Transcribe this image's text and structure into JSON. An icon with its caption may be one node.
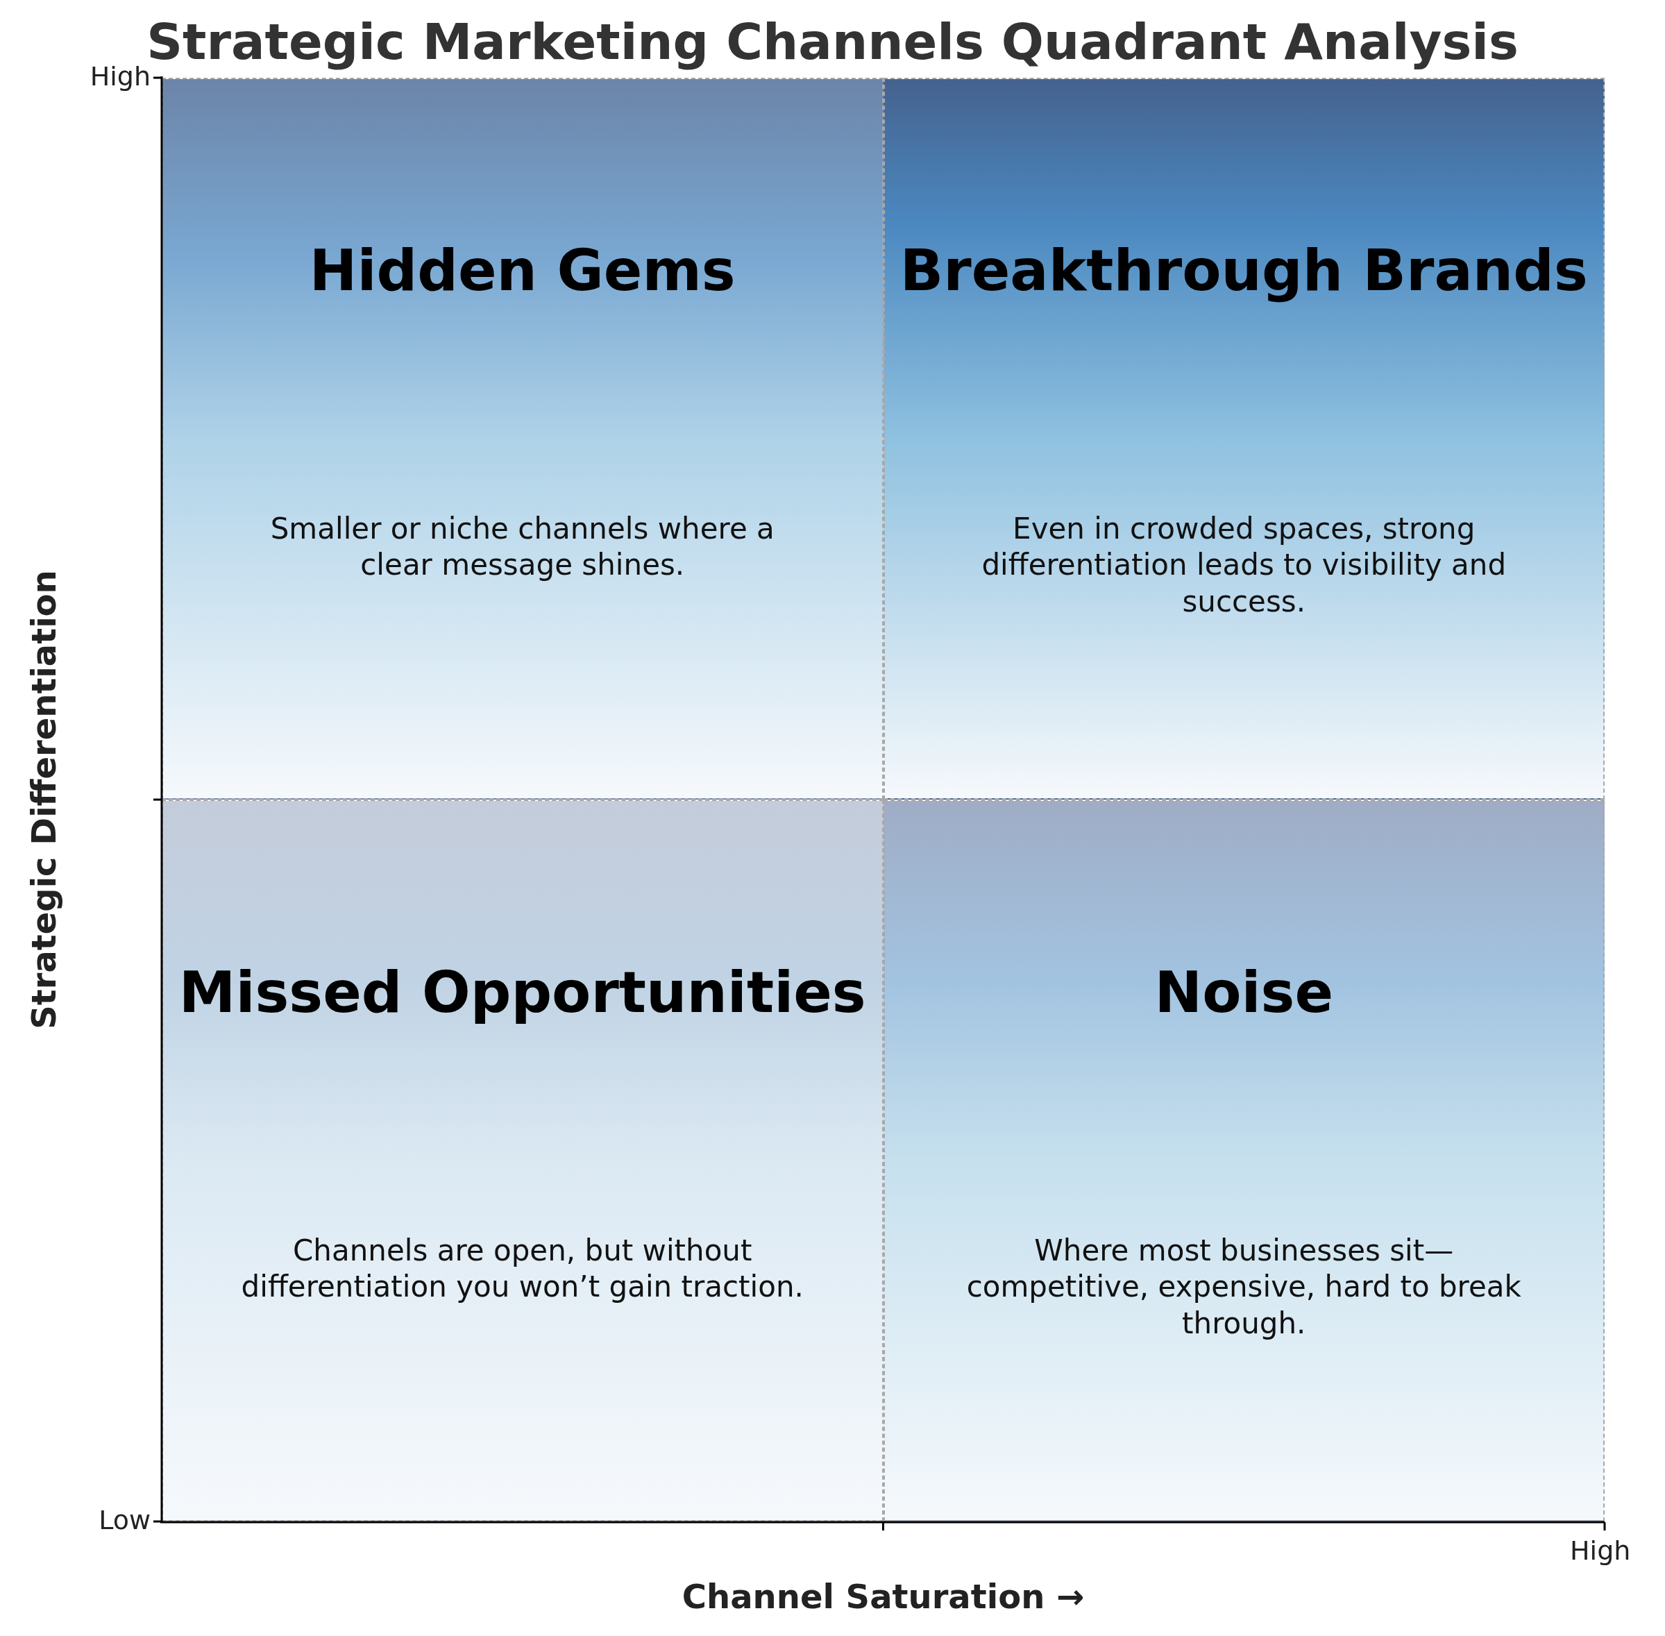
{
  "diagram": {
    "title": "Strategic Marketing Channels Quadrant Analysis",
    "nodes": [
      {
        "text": [
          "Hidden Gems",
          "Smaller or niche channels where a clear message shines."
        ]
      },
      {
        "text": [
          "Breakthrough Brands",
          "Even in crowded spaces, strong differentiation leads to visibility and success."
        ]
      },
      {
        "text": [
          "Missed Opportunities",
          "Channels are open, but without differentiation you won’t gain traction."
        ]
      },
      {
        "text": [
          "Noise",
          "Where most businesses sit—competitive, expensive, hard to break through."
        ]
      }
    ],
    "labels": [
      "High",
      "Strategic Differentiation",
      "Low",
      "High",
      "Channel Saturation →"
    ]
  }
}
